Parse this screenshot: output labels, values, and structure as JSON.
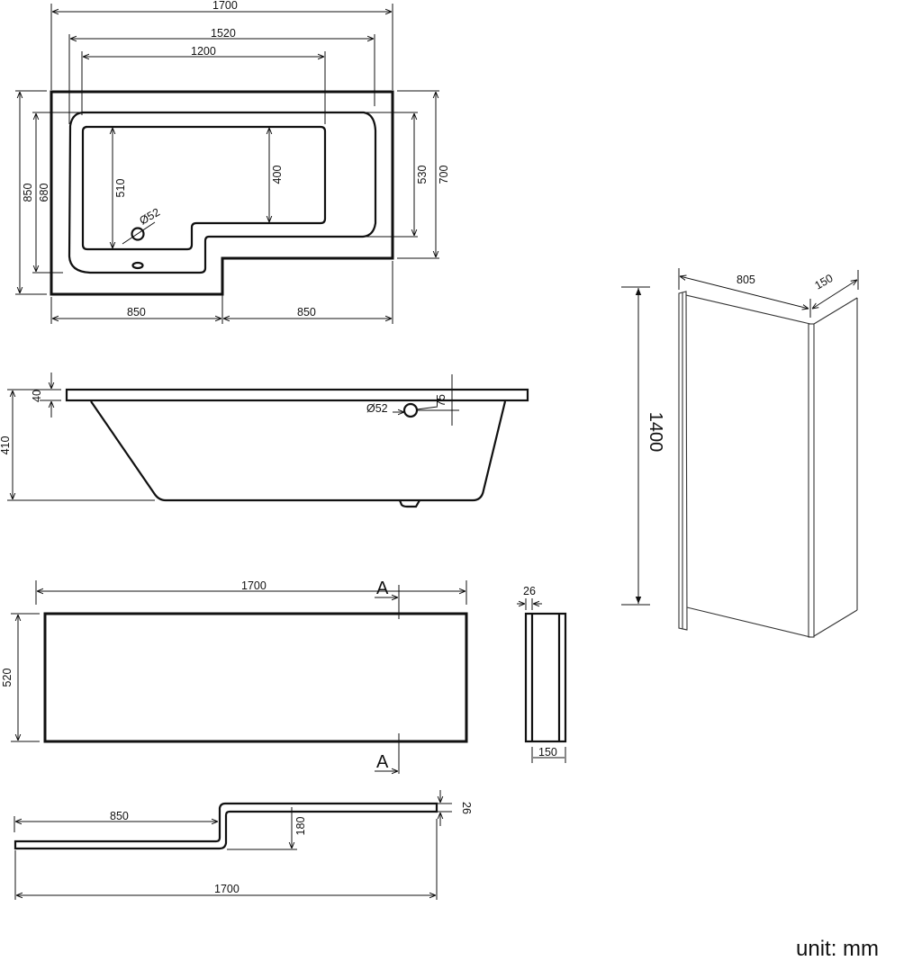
{
  "plan_view": {
    "overall_length": "1700",
    "rim_to_rim_length": "1520",
    "inner_base_length": "1200",
    "overall_width": "850",
    "inner_width_left": "680",
    "inner_depth_left": "510",
    "inner_depth_right": "400",
    "inner_width_right": "530",
    "width_right": "700",
    "waste_diameter": "Ø52",
    "left_section_length": "850",
    "right_section_length": "850"
  },
  "side_view": {
    "rim_thickness": "40",
    "overall_height": "410",
    "overflow_diameter": "Ø52",
    "overflow_offset": "75"
  },
  "screen_view": {
    "width": "805",
    "depth": "150",
    "height": "1400"
  },
  "front_panel": {
    "length": "1700",
    "height": "520",
    "section_mark_top": "A",
    "section_mark_bottom": "A"
  },
  "panel_section": {
    "thickness": "26",
    "depth": "150"
  },
  "panel_profile": {
    "left_length": "850",
    "step_height": "180",
    "thickness": "26",
    "overall_length": "1700"
  },
  "footer": {
    "unit_label": "unit: mm"
  }
}
